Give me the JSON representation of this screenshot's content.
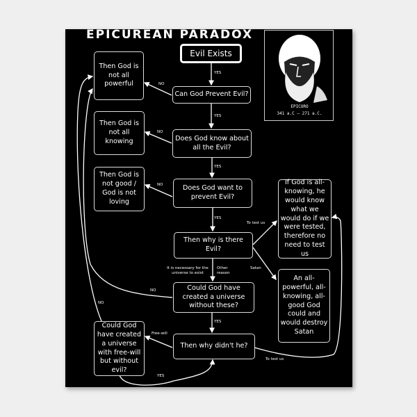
{
  "title": "EPICUREAN PARADOX",
  "portrait": {
    "name": "EPICURO",
    "dates": "341 a.C  — 271 a.C."
  },
  "nodes": {
    "evil_exists": "Evil Exists",
    "can_prevent": "Can God Prevent Evil?",
    "not_powerful": "Then God is not all powerful",
    "knows": "Does God know about all the Evil?",
    "not_knowing": "Then God is not all knowing",
    "wants": "Does God want to prevent Evil?",
    "not_good": "Then God is not good / God is not loving",
    "why_evil": "Then why is there Evil?",
    "could_create": "Could God have created a universe without these?",
    "why_didnt": "Then why didn't he?",
    "free_will": "Could God have created a universe with free-will but without evil?",
    "test_rebuttal": "If God is all-knowing, he would know what we would do if we were tested, therefore no need to test us",
    "satan_rebuttal": "An all-powerful, all-knowing, all-good God could and would destroy Satan"
  },
  "edges": {
    "yes1": "YES",
    "yes2": "YES",
    "yes3": "YES",
    "yes4": "YES",
    "yes5": "YES",
    "yes6": "YES",
    "no1": "NO",
    "no2": "NO",
    "no3": "NO",
    "no4": "NO",
    "no5": "NO",
    "to_test_us_1": "To test us",
    "satan": "Satan",
    "necessary": "It is necessary for the universe to exist",
    "other_reason": "Other reason",
    "free_will": "Free-will",
    "to_test_us_2": "To test us"
  }
}
